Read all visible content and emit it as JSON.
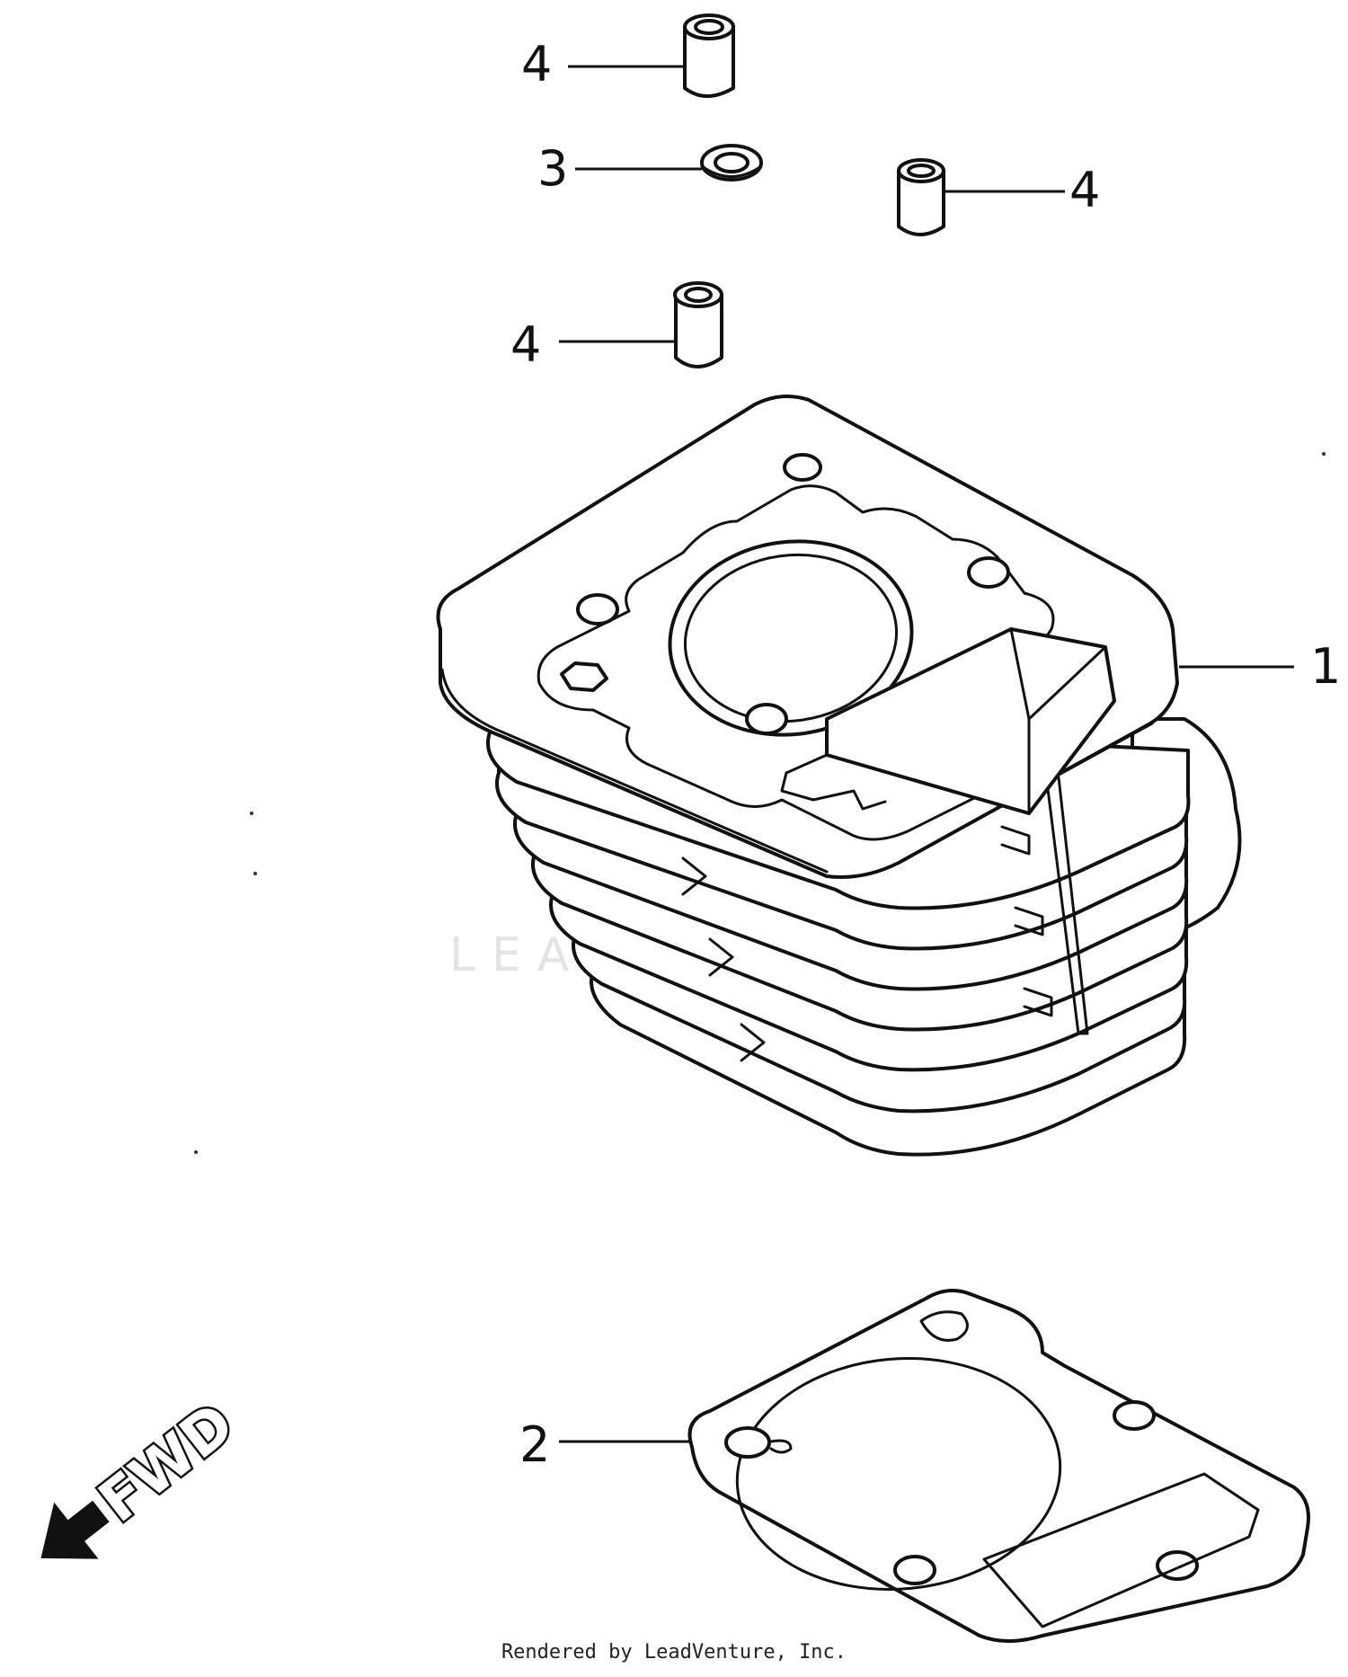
{
  "diagram": {
    "callouts": [
      {
        "number": "4"
      },
      {
        "number": "3"
      },
      {
        "number": "4"
      },
      {
        "number": "4"
      },
      {
        "number": "1"
      },
      {
        "number": "2"
      }
    ],
    "direction_label": "FWD",
    "watermark": "LEADVENTURE",
    "footer": "Rendered by LeadVenture, Inc."
  }
}
